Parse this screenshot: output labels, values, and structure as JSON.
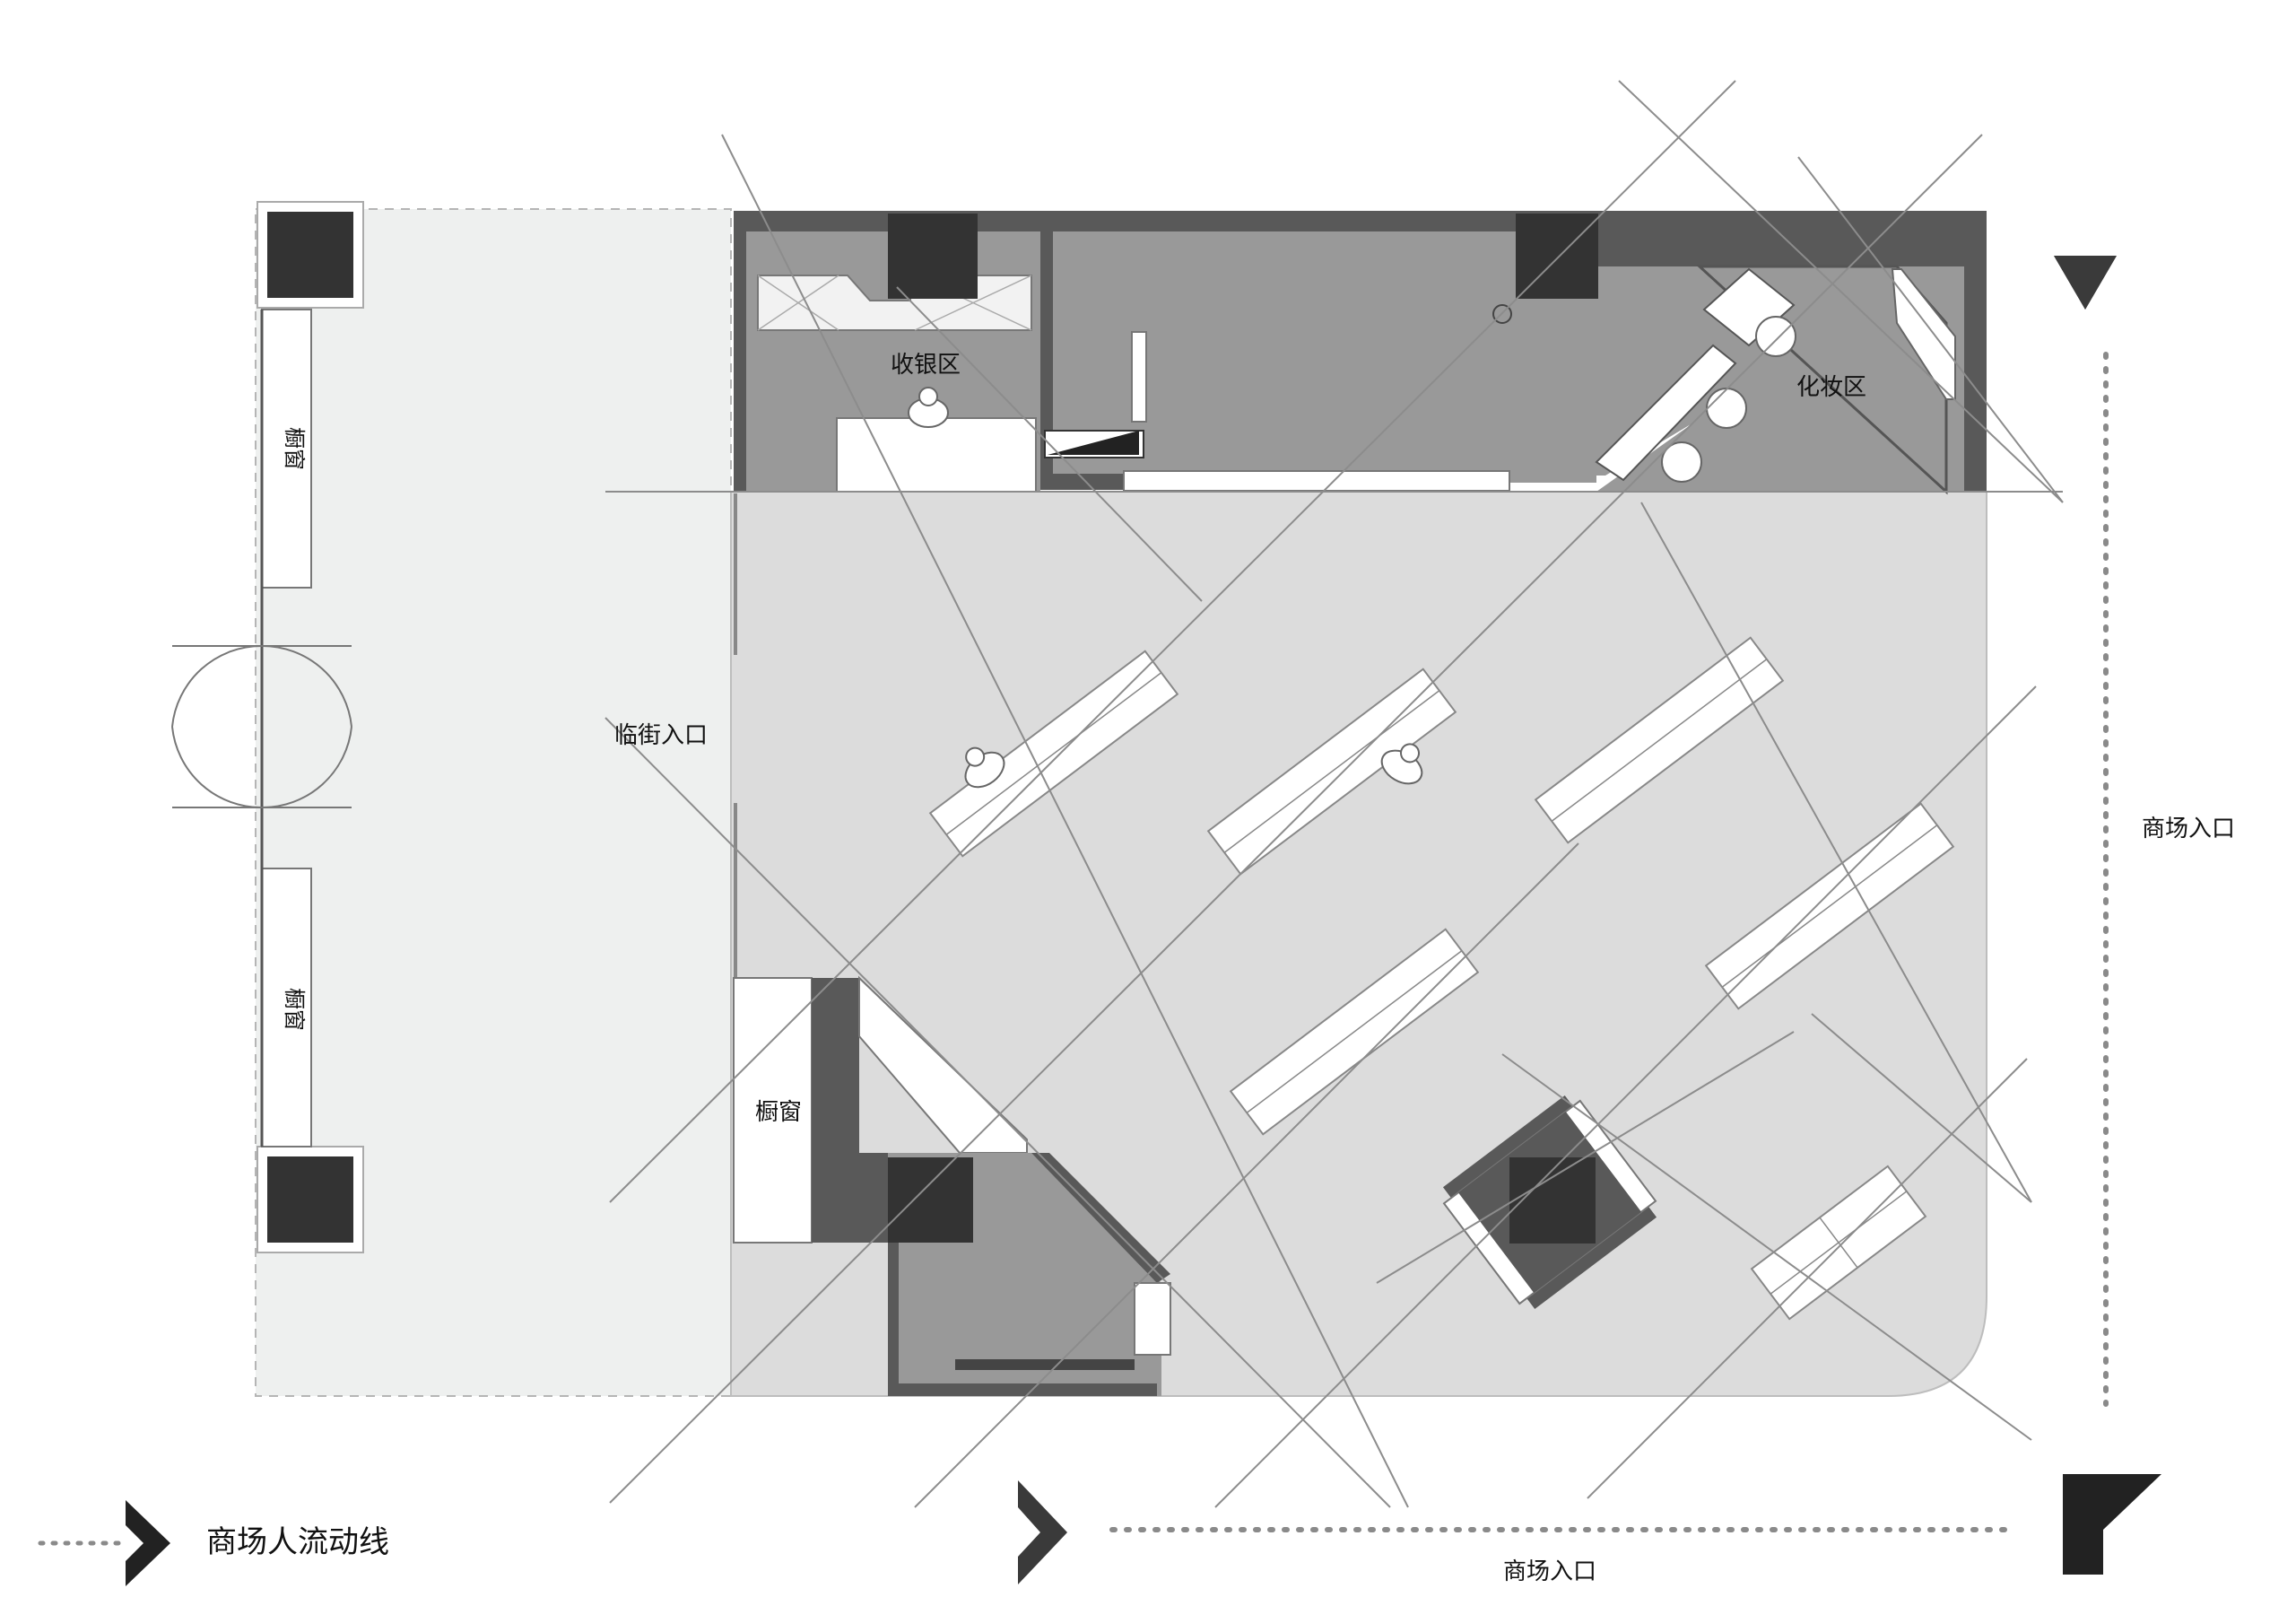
{
  "labels": {
    "cashier": "收银区",
    "makeup": "化妆区",
    "street_entrance": "临街入口",
    "mall_entrance_right": "商场入口",
    "mall_entrance_bottom": "商场入口",
    "window_left_top": "橱窗",
    "window_left_bottom": "橱窗",
    "window_inner": "橱窗"
  },
  "legend": {
    "flow_label": "商场人流动线"
  },
  "colors": {
    "floor_light": "#dcdcdc",
    "corridor": "#eef0ef",
    "room_mid": "#999999",
    "wall_dark": "#595959",
    "column": "#333333",
    "line": "#8c8c8c",
    "arrow": "#3a3a3a"
  }
}
